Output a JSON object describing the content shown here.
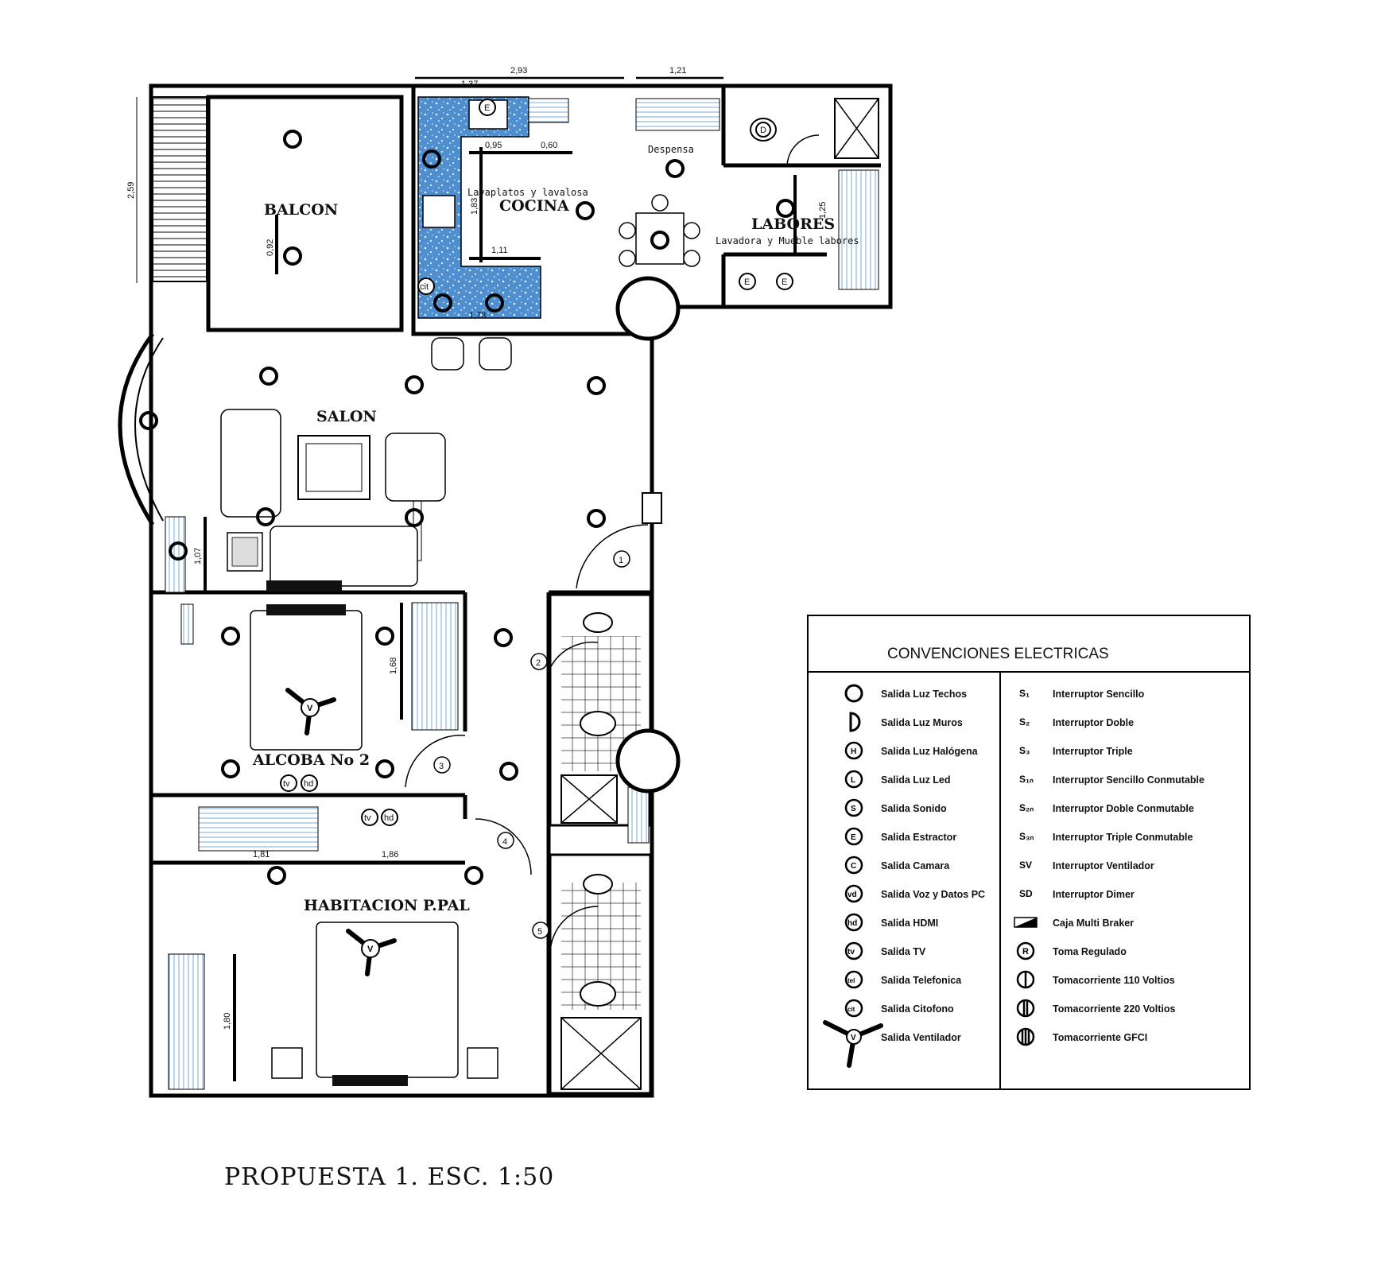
{
  "plan": {
    "caption": "PROPUESTA 1. ESC. 1:50",
    "rooms": {
      "balcon": "BALCON",
      "cocina": "COCINA",
      "lavaplatos": "Lavaplatos y lavalosa",
      "despensa": "Despensa",
      "labores": "LABORES",
      "lavadora": "Lavadora y Mueble labores",
      "salon": "SALON",
      "alcoba": "ALCOBA No 2",
      "habitacion": "HABITACION P.PAL"
    },
    "dimensions": {
      "d293": "2,93",
      "d121": "1,21",
      "d137": "1,37",
      "d259": "2,59",
      "d095": "0,95",
      "d060": "0,60",
      "d183": "1,83",
      "d111": "1,11",
      "d173": "1,73",
      "d092": "0,92",
      "d125": "1,25",
      "d107": "1,07",
      "d168": "1,68",
      "d181": "1,81",
      "d186": "1,86",
      "d180": "1,80"
    },
    "doors": [
      "1",
      "2",
      "3",
      "4",
      "5"
    ],
    "outlet_tags": {
      "tv": "tv",
      "hd": "hd",
      "cit": "cit",
      "e": "E",
      "d": "D",
      "v": "V"
    }
  },
  "legend": {
    "title": "CONVENCIONES ELECTRICAS",
    "left": [
      {
        "symbol": "ring",
        "label": "Salida Luz Techos"
      },
      {
        "symbol": "D",
        "label": "Salida Luz Muros"
      },
      {
        "symbol": "H",
        "label": "Salida Luz Halógena"
      },
      {
        "symbol": "L",
        "label": "Salida Luz Led"
      },
      {
        "symbol": "S",
        "label": "Salida Sonido"
      },
      {
        "symbol": "E",
        "label": "Salida Estractor"
      },
      {
        "symbol": "C",
        "label": "Salida Camara"
      },
      {
        "symbol": "vd",
        "label": "Salida Voz y Datos PC"
      },
      {
        "symbol": "hd",
        "label": "Salida HDMI"
      },
      {
        "symbol": "tv",
        "label": "Salida TV"
      },
      {
        "symbol": "tel",
        "label": "Salida Telefonica"
      },
      {
        "symbol": "cit",
        "label": "Salida Citofono"
      },
      {
        "symbol": "V",
        "label": "Salida Ventilador"
      }
    ],
    "right": [
      {
        "symbol": "S₁",
        "label": "Interruptor Sencillo"
      },
      {
        "symbol": "S₂",
        "label": "Interruptor Doble"
      },
      {
        "symbol": "S₃",
        "label": "Interruptor Triple"
      },
      {
        "symbol": "S₁ₙ",
        "label": "Interruptor Sencillo Conmutable"
      },
      {
        "symbol": "S₂ₙ",
        "label": "Interruptor Doble Conmutable"
      },
      {
        "symbol": "S₃ₙ",
        "label": "Interruptor Triple Conmutable"
      },
      {
        "symbol": "SV",
        "label": "Interruptor Ventilador"
      },
      {
        "symbol": "SD",
        "label": "Interruptor Dimer"
      },
      {
        "symbol": "breaker",
        "label": "Caja Multi Braker"
      },
      {
        "symbol": "R",
        "label": "Toma Regulado"
      },
      {
        "symbol": "110",
        "label": "Tomacorriente 110 Voltios"
      },
      {
        "symbol": "220",
        "label": "Tomacorriente 220 Voltios"
      },
      {
        "symbol": "GFCI",
        "label": "Tomacorriente GFCI"
      }
    ]
  },
  "colors": {
    "kitchen_counter": "#5b9bd5",
    "glass": "#cfe3f3",
    "ink": "#000000"
  }
}
